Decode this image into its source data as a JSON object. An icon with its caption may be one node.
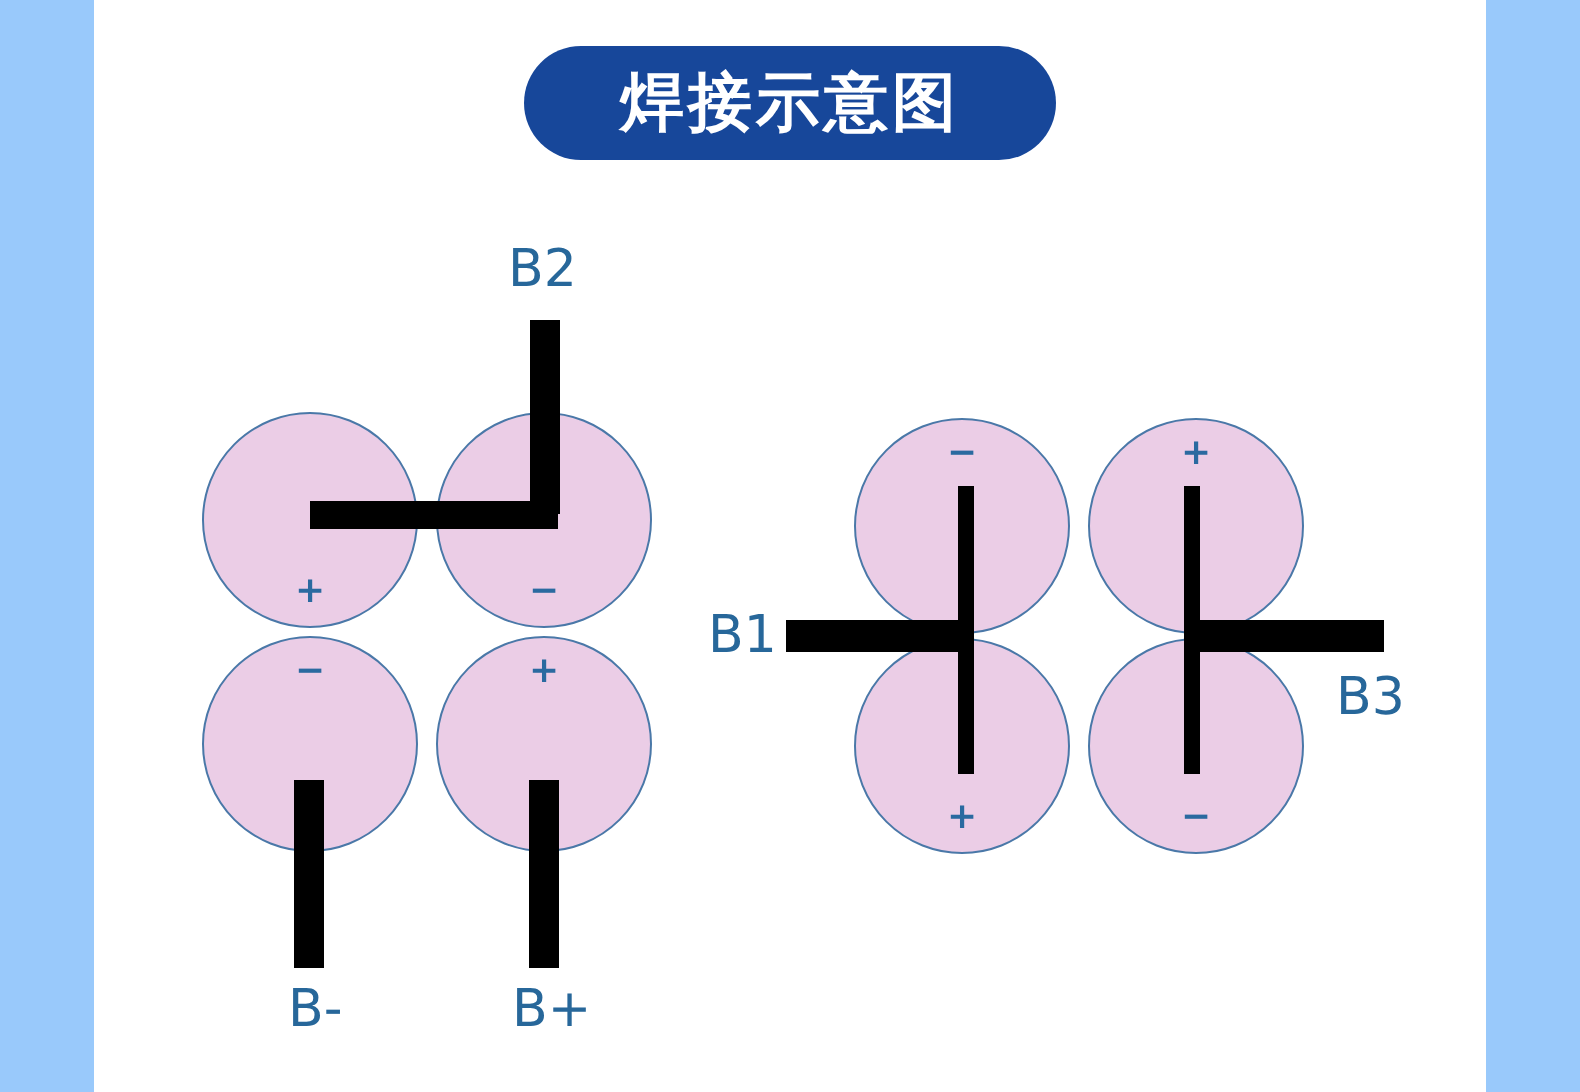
{
  "diagram": {
    "title": "焊接示意图",
    "nodes": [
      {
        "text": [
          "+"
        ]
      },
      {
        "text": [
          "−"
        ]
      },
      {
        "text": [
          "−"
        ]
      },
      {
        "text": [
          "+"
        ]
      },
      {
        "text": [
          "−"
        ]
      },
      {
        "text": [
          "+"
        ]
      },
      {
        "text": [
          "+"
        ]
      },
      {
        "text": [
          "−"
        ]
      },
      {
        "text": [
          "B2"
        ]
      },
      {
        "text": [
          "B1"
        ]
      },
      {
        "text": [
          "B3"
        ]
      },
      {
        "text": [
          "B-"
        ]
      },
      {
        "text": [
          "B+"
        ]
      }
    ],
    "edges": [
      {
        "from": 8,
        "to": 1,
        "arrow": "none"
      },
      {
        "from": 1,
        "to": 0,
        "arrow": "none"
      },
      {
        "from": 11,
        "to": 2,
        "arrow": "none"
      },
      {
        "from": 12,
        "to": 3,
        "arrow": "none"
      },
      {
        "from": 4,
        "to": 6,
        "arrow": "none"
      },
      {
        "from": 9,
        "to": 4,
        "arrow": "none"
      },
      {
        "from": 9,
        "to": 6,
        "arrow": "none"
      },
      {
        "from": 5,
        "to": 7,
        "arrow": "none"
      },
      {
        "from": 10,
        "to": 5,
        "arrow": "none"
      },
      {
        "from": 10,
        "to": 7,
        "arrow": "none"
      }
    ]
  }
}
